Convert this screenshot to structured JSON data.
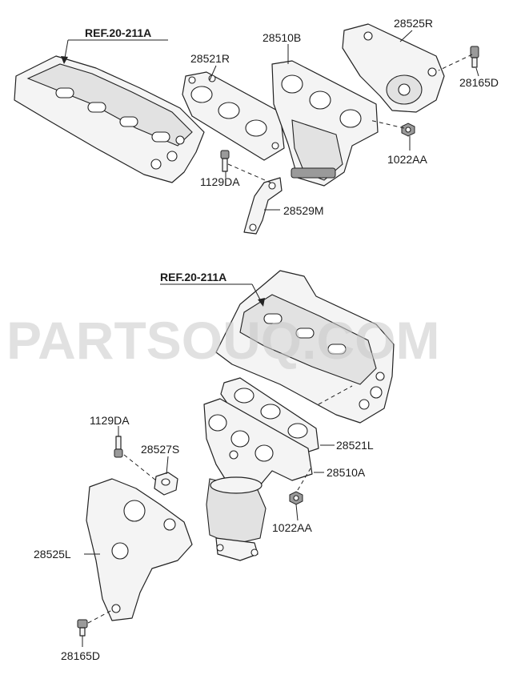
{
  "watermark": "PARTSOUQ.COM",
  "labels": {
    "ref_top": "REF.20-211A",
    "ref_bottom": "REF.20-211A",
    "p28525R": "28525R",
    "p28510B": "28510B",
    "p28521R": "28521R",
    "p28165D_top": "28165D",
    "p1022AA_top": "1022AA",
    "p1129DA_top": "1129DA",
    "p28529M": "28529M",
    "p1129DA_bottom": "1129DA",
    "p28527S": "28527S",
    "p28521L": "28521L",
    "p28510A": "28510A",
    "p1022AA_bottom": "1022AA",
    "p28525L": "28525L",
    "p28165D_bottom": "28165D"
  }
}
